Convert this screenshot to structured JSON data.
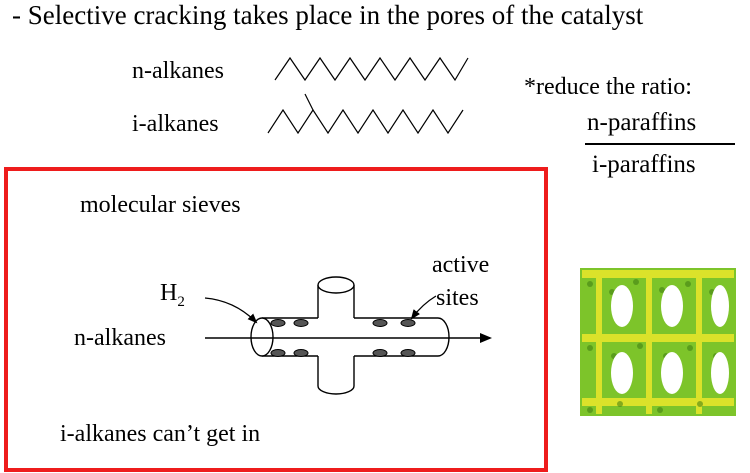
{
  "header": {
    "title": "- Selective cracking takes place in the pores of the catalyst"
  },
  "structures": {
    "n_alkanes_label": "n-alkanes",
    "i_alkanes_label": "i-alkanes"
  },
  "ratio": {
    "label": "*reduce the ratio:",
    "numerator": "n-paraffins",
    "denominator": "i-paraffins"
  },
  "sieve": {
    "title": "molecular sieves",
    "h2_main": "H",
    "h2_sub": "2",
    "active_label": "active",
    "sites_label": "sites",
    "n_alkanes_label": "n-alkanes",
    "blocked_label": "i-alkanes can’t get in"
  },
  "colors": {
    "frame": "#ee1c1c",
    "zeolite_green": "#7dc42a",
    "zeolite_yellow": "#e6e62b"
  }
}
